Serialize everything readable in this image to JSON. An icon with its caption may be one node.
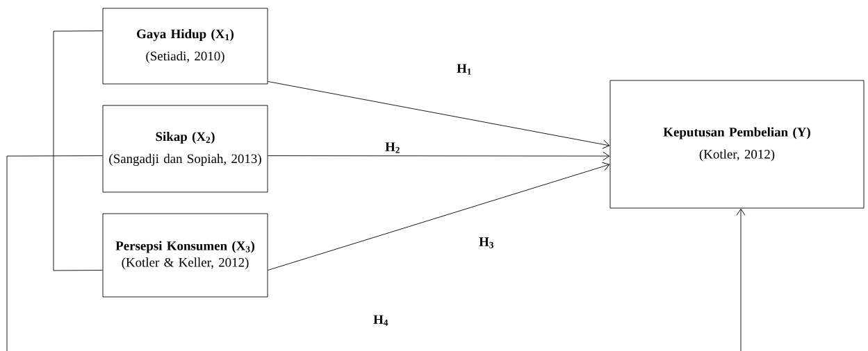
{
  "diagram": {
    "nodes": [
      {
        "text": [
          "Gaya Hidup (X$_{1}$)",
          "(Setiadi, 2010)"
        ]
      },
      {
        "text": [
          "Sikap (X$_{2}$)",
          "(Sangadji dan Sopiah, 2013)"
        ]
      },
      {
        "text": [
          "Persepsi Konsumen (X$_{3}$)",
          "(Kotler & Keller, 2012)"
        ]
      },
      {
        "text": [
          "Keputusan Pembelian (Y)",
          "(Kotler, 2012)"
        ]
      }
    ],
    "edges": [
      {
        "from": 0,
        "to": 3,
        "arrow": "to",
        "label": "H$_{1}$"
      },
      {
        "from": 1,
        "to": 3,
        "arrow": "to",
        "label": "H$_{2}$"
      },
      {
        "from": 2,
        "to": 3,
        "arrow": "to",
        "label": "H$_{3}$"
      },
      {
        "from": 0,
        "to": null,
        "arrow": "none"
      },
      {
        "from": 1,
        "to": null,
        "arrow": "none"
      },
      {
        "from": 2,
        "to": null,
        "arrow": "none"
      },
      {
        "from": null,
        "to": 3,
        "arrow": "to"
      }
    ],
    "labels": [
      "H$_{4}$"
    ]
  }
}
